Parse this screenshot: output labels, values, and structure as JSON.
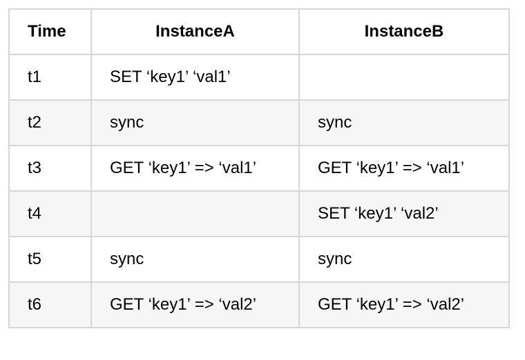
{
  "table": {
    "headers": [
      "Time",
      "InstanceA",
      "InstanceB"
    ],
    "rows": [
      {
        "time": "t1",
        "a": "SET ‘key1’ ‘val1’",
        "b": ""
      },
      {
        "time": "t2",
        "a": "sync",
        "b": "sync"
      },
      {
        "time": "t3",
        "a": "GET ‘key1’ => ‘val1’",
        "b": "GET ‘key1’ => ‘val1’"
      },
      {
        "time": "t4",
        "a": "",
        "b": "SET ‘key1’ ‘val2’"
      },
      {
        "time": "t5",
        "a": "sync",
        "b": "sync"
      },
      {
        "time": "t6",
        "a": "GET ‘key1’ => ‘val2’",
        "b": "GET ‘key1’ => ‘val2’"
      }
    ]
  }
}
